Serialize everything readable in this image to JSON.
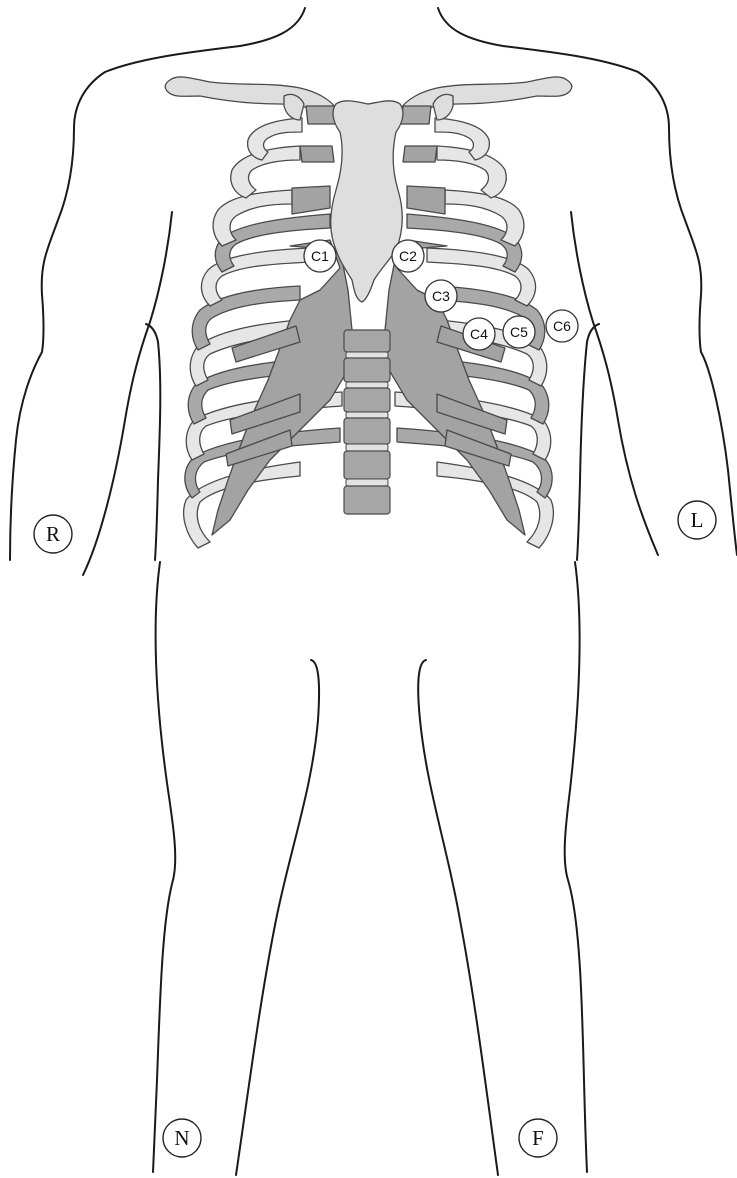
{
  "colors": {
    "bone_light": "#e6e6e6",
    "bone_dark": "#a9a9a9",
    "outline": "#1a1a1a"
  },
  "chest_electrodes": [
    {
      "label": "C1"
    },
    {
      "label": "C2"
    },
    {
      "label": "C3"
    },
    {
      "label": "C4"
    },
    {
      "label": "C5"
    },
    {
      "label": "C6"
    }
  ],
  "limb_electrodes": [
    {
      "label": "R"
    },
    {
      "label": "L"
    },
    {
      "label": "N"
    },
    {
      "label": "F"
    }
  ]
}
